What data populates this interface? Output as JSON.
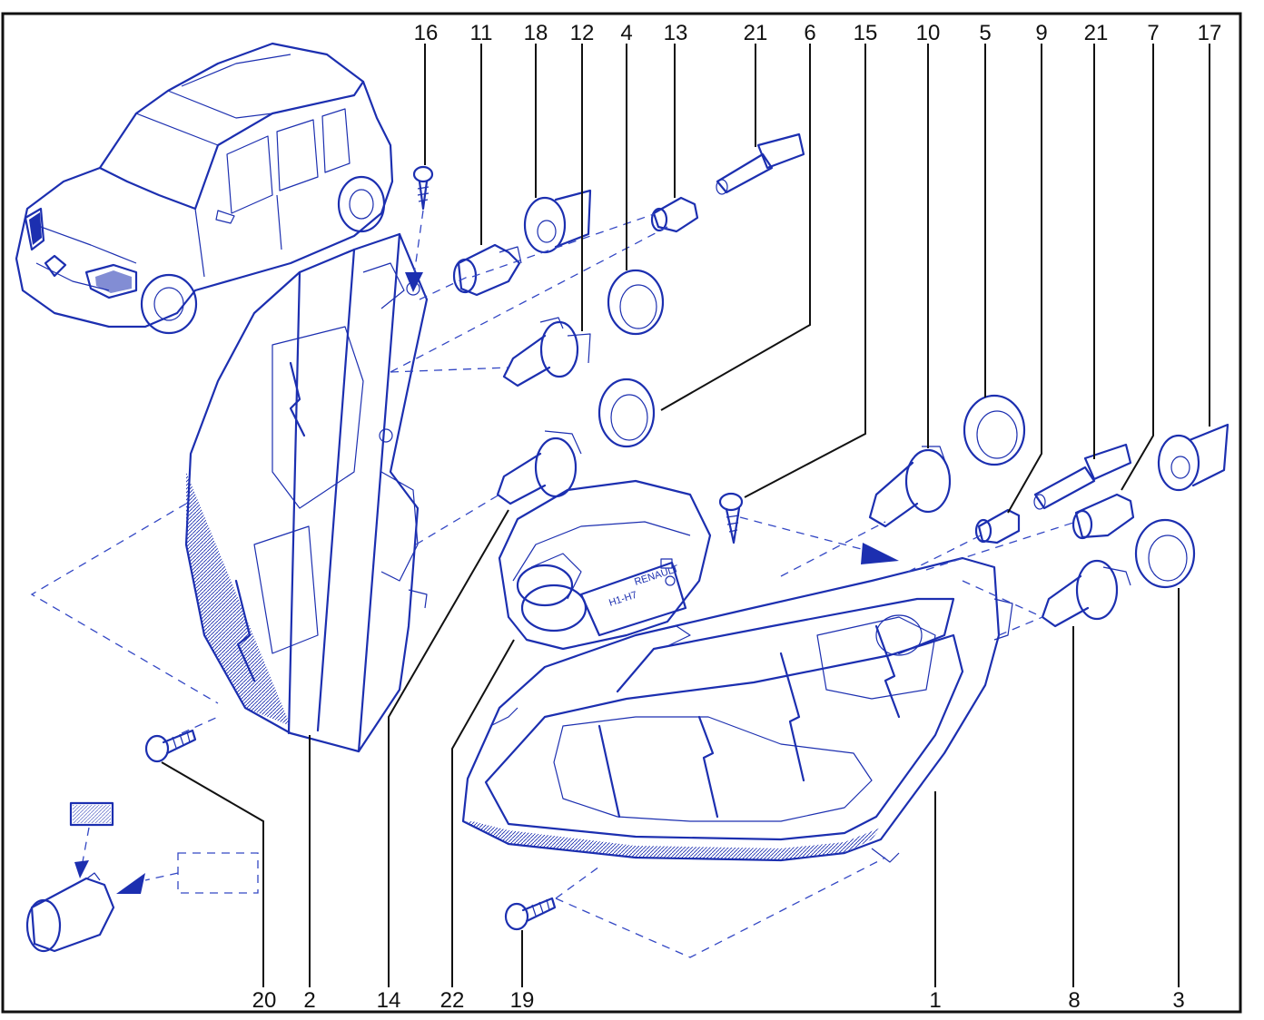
{
  "top_labels": [
    "16",
    "11",
    "18",
    "12",
    "4",
    "13",
    "21",
    "6",
    "15",
    "10",
    "5",
    "9",
    "21",
    "7",
    "17"
  ],
  "bottom_labels": [
    "20",
    "2",
    "14",
    "22",
    "19",
    "1",
    "8",
    "3"
  ],
  "bulb_kit": {
    "box_text": "H1-H7",
    "brand_text": "RENAULT"
  },
  "colors": {
    "line": "#1c2fb0",
    "frame": "#111111",
    "background": "#ffffff"
  }
}
